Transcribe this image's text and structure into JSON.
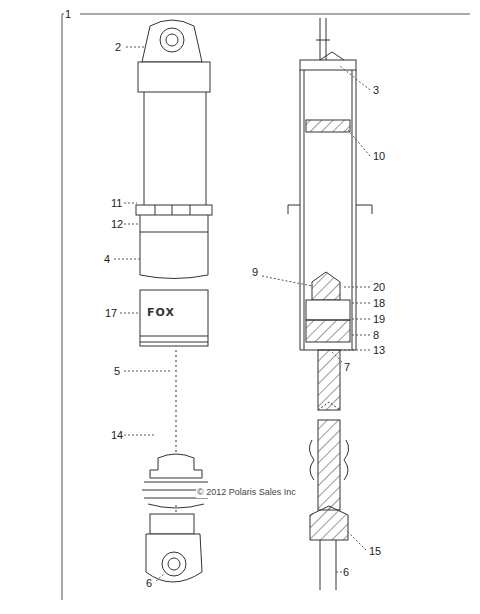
{
  "diagram": {
    "labels": [
      "1",
      "2",
      "3",
      "10",
      "11",
      "12",
      "4",
      "9",
      "20",
      "18",
      "19",
      "17",
      "FOX",
      "8",
      "13",
      "7",
      "5",
      "14",
      "© 2012 Polaris Sales Inc",
      "15",
      "6",
      "6"
    ]
  }
}
